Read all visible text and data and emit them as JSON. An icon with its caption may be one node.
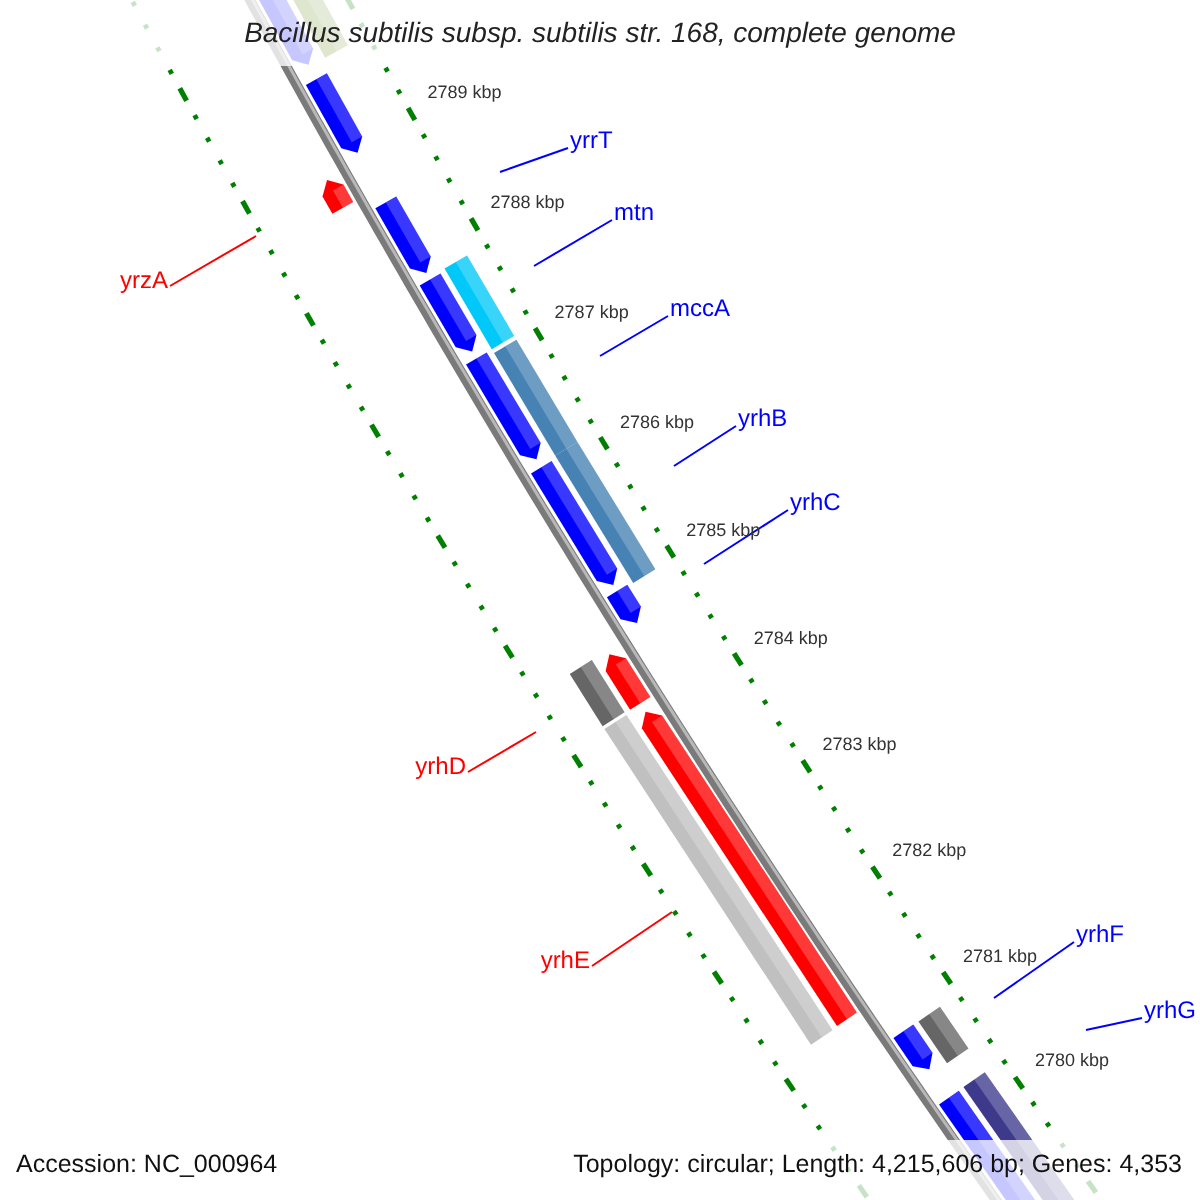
{
  "diagram": {
    "title": "Bacillus subtilis subsp. subtilis str. 168, complete genome",
    "nodes": [
      {
        "text": [
          "yrrT"
        ]
      },
      {
        "text": [
          "mtn"
        ]
      },
      {
        "text": [
          "yrzA"
        ]
      },
      {
        "text": [
          "mccA"
        ]
      },
      {
        "text": [
          "yrhB"
        ]
      },
      {
        "text": [
          "yrhC"
        ]
      },
      {
        "text": [
          "yrhD"
        ]
      },
      {
        "text": [
          "yrhF"
        ]
      },
      {
        "text": [
          "yrhE"
        ]
      },
      {
        "text": [
          "yrhG"
        ]
      }
    ],
    "edges": [
      {
        "from": 0,
        "to": null,
        "arrow": "none"
      },
      {
        "from": 1,
        "to": null,
        "arrow": "none"
      },
      {
        "from": 2,
        "to": null,
        "arrow": "none",
        "color": "#ff0000"
      },
      {
        "from": 3,
        "to": null,
        "arrow": "none"
      },
      {
        "from": 4,
        "to": null,
        "arrow": "none"
      },
      {
        "from": 5,
        "to": null,
        "arrow": "none"
      },
      {
        "from": 6,
        "to": null,
        "arrow": "none",
        "color": "#ff0000"
      },
      {
        "from": 7,
        "to": null,
        "arrow": "none"
      },
      {
        "from": 8,
        "to": null,
        "arrow": "none",
        "color": "#ff0000"
      },
      {
        "from": 9,
        "to": null,
        "arrow": "none"
      }
    ],
    "labels": [
      "2789 kbp",
      "2788 kbp",
      "2787 kbp",
      "2786 kbp",
      "2785 kbp",
      "2784 kbp",
      "2783 kbp",
      "2782 kbp",
      "2781 kbp",
      "2780 kbp",
      "Accession: NC_000964",
      "Topology: circular; Length: 4,215,606 bp; Genes: 4,353"
    ]
  }
}
